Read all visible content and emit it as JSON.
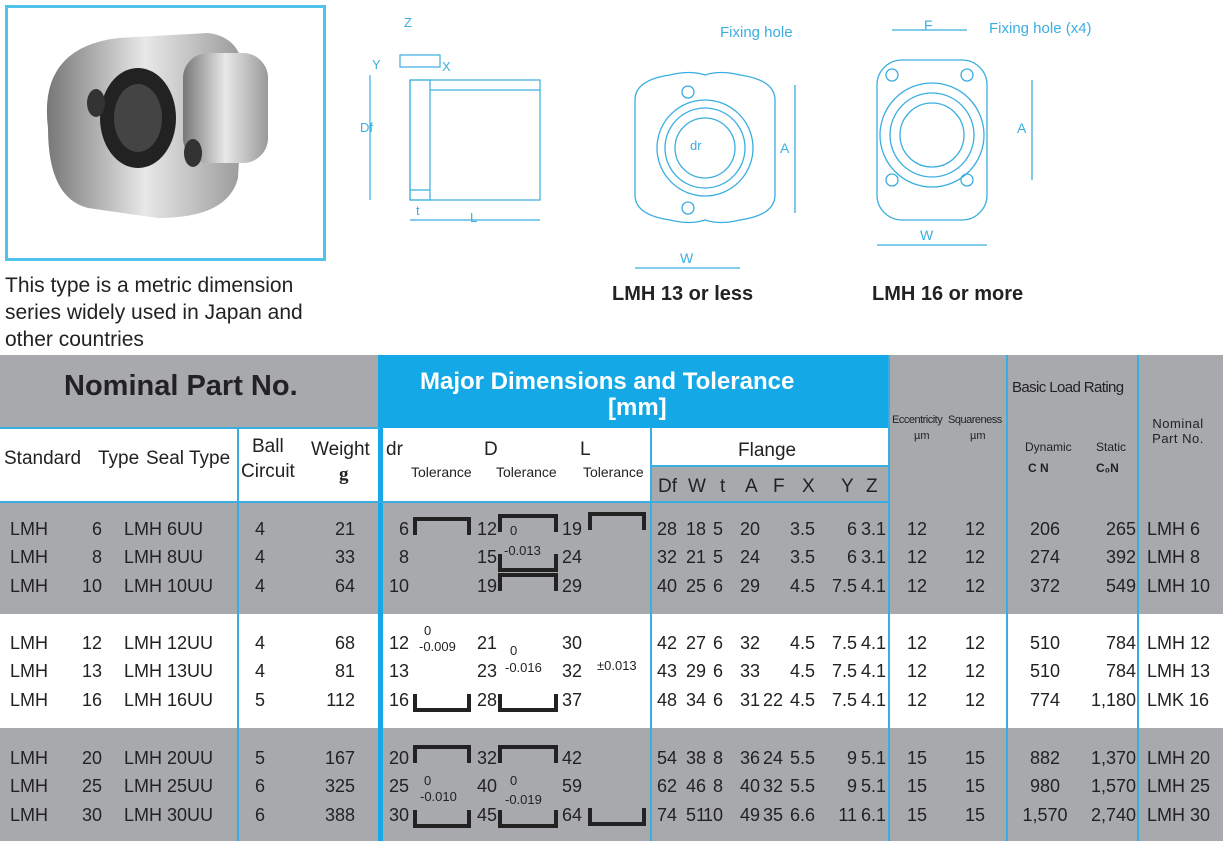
{
  "intro": {
    "description": "This type is a metric dimension series widely used in Japan and other countries"
  },
  "drawings": {
    "fixing_hole": "Fixing hole",
    "fixing_hole_x4": "Fixing hole (x4)",
    "caption_small": "LMH 13 or less",
    "caption_large": "LMH 16 or more",
    "labels": {
      "z": "Z",
      "y": "Y",
      "x": "X",
      "df": "Df",
      "t": "t",
      "l": "L",
      "dr": "dr",
      "a": "A",
      "w": "W",
      "f": "F"
    }
  },
  "header": {
    "nominal_part_no": "Nominal Part No.",
    "major_dimensions": "Major Dimensions and Tolerance",
    "mm": "[mm]",
    "eccentricity": "Eccentricity",
    "squareness": "Squareness",
    "um": "µm",
    "basic_load_rating": "Basic Load Rating",
    "dynamic": "Dynamic",
    "static": "Static",
    "dynamic_unit": "C N",
    "static_unit": "C₀N",
    "nominal_part_no_right": "Nominal Part No.",
    "standard": "Standard",
    "type": "Type",
    "seal_type": "Seal Type",
    "ball": "Ball",
    "circuit": "Circuit",
    "weight": "Weight",
    "weight_unit": "g",
    "dr": "dr",
    "D": "D",
    "L": "L",
    "tolerance": "Tolerance",
    "flange": "Flange",
    "flange_cols": [
      "Df",
      "W",
      "t",
      "A",
      "F",
      "X",
      "Y",
      "Z"
    ]
  },
  "rows": [
    {
      "standard": "LMH",
      "type": "6",
      "seal": "LMH 6UU",
      "ball": "4",
      "weight": "21",
      "dr": "6",
      "D": "12",
      "L": "19",
      "flange": [
        "28",
        "18",
        "5",
        "20",
        "",
        "3.5",
        "6",
        "3.1"
      ],
      "ecc": "12",
      "sq": "12",
      "dyn": "206",
      "stat": "265",
      "nominal": "LMH 6"
    },
    {
      "standard": "LMH",
      "type": "8",
      "seal": "LMH 8UU",
      "ball": "4",
      "weight": "33",
      "dr": "8",
      "D": "15",
      "L": "24",
      "flange": [
        "32",
        "21",
        "5",
        "24",
        "",
        "3.5",
        "6",
        "3.1"
      ],
      "ecc": "12",
      "sq": "12",
      "dyn": "274",
      "stat": "392",
      "nominal": "LMH 8"
    },
    {
      "standard": "LMH",
      "type": "10",
      "seal": "LMH 10UU",
      "ball": "4",
      "weight": "64",
      "dr": "10",
      "D": "19",
      "L": "29",
      "flange": [
        "40",
        "25",
        "6",
        "29",
        "",
        "4.5",
        "7.5",
        "4.1"
      ],
      "ecc": "12",
      "sq": "12",
      "dyn": "372",
      "stat": "549",
      "nominal": "LMH 10"
    },
    {
      "standard": "LMH",
      "type": "12",
      "seal": "LMH 12UU",
      "ball": "4",
      "weight": "68",
      "dr": "12",
      "D": "21",
      "L": "30",
      "flange": [
        "42",
        "27",
        "6",
        "32",
        "",
        "4.5",
        "7.5",
        "4.1"
      ],
      "ecc": "12",
      "sq": "12",
      "dyn": "510",
      "stat": "784",
      "nominal": "LMH 12"
    },
    {
      "standard": "LMH",
      "type": "13",
      "seal": "LMH 13UU",
      "ball": "4",
      "weight": "81",
      "dr": "13",
      "D": "23",
      "L": "32",
      "flange": [
        "43",
        "29",
        "6",
        "33",
        "",
        "4.5",
        "7.5",
        "4.1"
      ],
      "ecc": "12",
      "sq": "12",
      "dyn": "510",
      "stat": "784",
      "nominal": "LMH 13"
    },
    {
      "standard": "LMH",
      "type": "16",
      "seal": "LMH 16UU",
      "ball": "5",
      "weight": "112",
      "dr": "16",
      "D": "28",
      "L": "37",
      "flange": [
        "48",
        "34",
        "6",
        "31",
        "22",
        "4.5",
        "7.5",
        "4.1"
      ],
      "ecc": "12",
      "sq": "12",
      "dyn": "774",
      "stat": "1,180",
      "nominal": "LMK 16"
    },
    {
      "standard": "LMH",
      "type": "20",
      "seal": "LMH 20UU",
      "ball": "5",
      "weight": "167",
      "dr": "20",
      "D": "32",
      "L": "42",
      "flange": [
        "54",
        "38",
        "8",
        "36",
        "24",
        "5.5",
        "9",
        "5.1"
      ],
      "ecc": "15",
      "sq": "15",
      "dyn": "882",
      "stat": "1,370",
      "nominal": "LMH 20"
    },
    {
      "standard": "LMH",
      "type": "25",
      "seal": "LMH 25UU",
      "ball": "6",
      "weight": "325",
      "dr": "25",
      "D": "40",
      "L": "59",
      "flange": [
        "62",
        "46",
        "8",
        "40",
        "32",
        "5.5",
        "9",
        "5.1"
      ],
      "ecc": "15",
      "sq": "15",
      "dyn": "980",
      "stat": "1,570",
      "nominal": "LMH 25"
    },
    {
      "standard": "LMH",
      "type": "30",
      "seal": "LMH 30UU",
      "ball": "6",
      "weight": "388",
      "dr": "30",
      "D": "45",
      "L": "64",
      "flange": [
        "74",
        "51",
        "10",
        "49",
        "35",
        "6.6",
        "11",
        "6.1"
      ],
      "ecc": "15",
      "sq": "15",
      "dyn": "1,570",
      "stat": "2,740",
      "nominal": "LMH 30"
    }
  ],
  "tolerances": {
    "g1": {
      "D_upper": "0",
      "D_lower": "-0.013"
    },
    "g2": {
      "dr_upper": "0",
      "dr_lower": "-0.009",
      "D_upper": "0",
      "D_lower": "-0.016",
      "L": "±0.013"
    },
    "g3": {
      "dr_upper": "0",
      "dr_lower": "-0.010",
      "D_upper": "0",
      "D_lower": "-0.019"
    }
  }
}
